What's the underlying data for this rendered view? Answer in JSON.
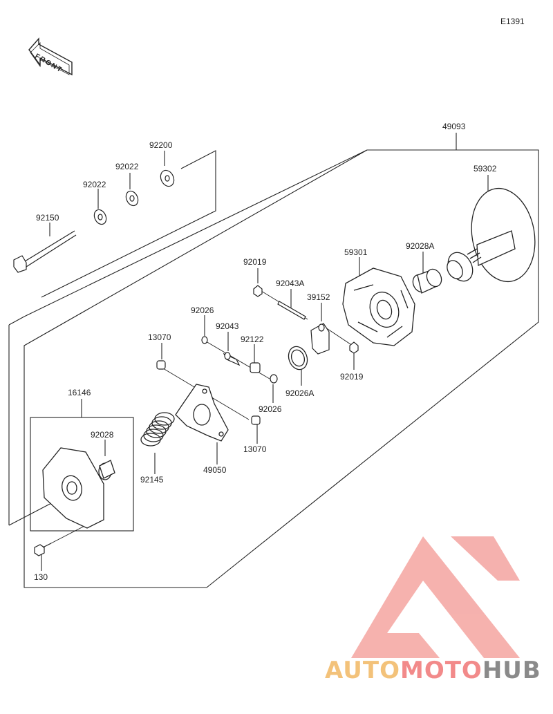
{
  "figure_code": "E1391",
  "front_label": "FRONT",
  "watermark": {
    "part1": "AUTO",
    "part2": "MOTO",
    "part3": "HUB",
    "colors": {
      "part1": "#f3c27a",
      "part2": "#f28a8a",
      "part3": "#8a8a8a",
      "logo": "#f4a4a0"
    }
  },
  "callouts": {
    "p49093": "49093",
    "p59302": "59302",
    "p92200": "92200",
    "p92022a": "92022",
    "p92022b": "92022",
    "p92150": "92150",
    "p92028A": "92028A",
    "p59301": "59301",
    "p92019a": "92019",
    "p92043A": "92043A",
    "p39152": "39152",
    "p92026a": "92026",
    "p92043": "92043",
    "p92122": "92122",
    "p13070a": "13070",
    "p92019b": "92019",
    "p92026A": "92026A",
    "p92026b": "92026",
    "p16146": "16146",
    "p92028": "92028",
    "p13070b": "13070",
    "p49050": "49050",
    "p92145": "92145",
    "p130": "130"
  }
}
